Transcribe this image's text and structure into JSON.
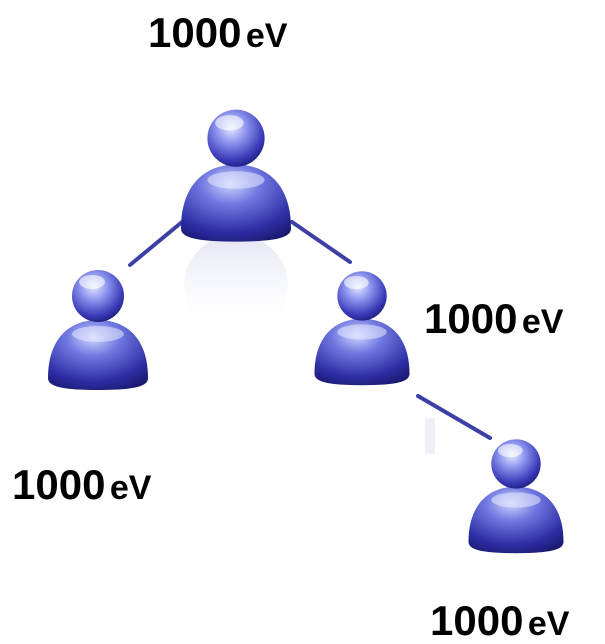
{
  "nodes": [
    {
      "id": "top",
      "label": {
        "value": "1000",
        "unit": "eV"
      }
    },
    {
      "id": "left",
      "label": {
        "value": "1000",
        "unit": "eV"
      }
    },
    {
      "id": "right",
      "label": {
        "value": "1000",
        "unit": "eV"
      }
    },
    {
      "id": "bottom",
      "label": {
        "value": "1000",
        "unit": "eV"
      }
    }
  ],
  "edges": [
    {
      "from": "top",
      "to": "left"
    },
    {
      "from": "top",
      "to": "right"
    },
    {
      "from": "right",
      "to": "bottom"
    }
  ],
  "colors": {
    "figure_dark": "#16166a",
    "figure_mid": "#3a3ab8",
    "figure_light": "#b8c0ff",
    "connector": "#3b3fa6",
    "text": "#000000"
  },
  "icons": [
    "user-icon"
  ]
}
